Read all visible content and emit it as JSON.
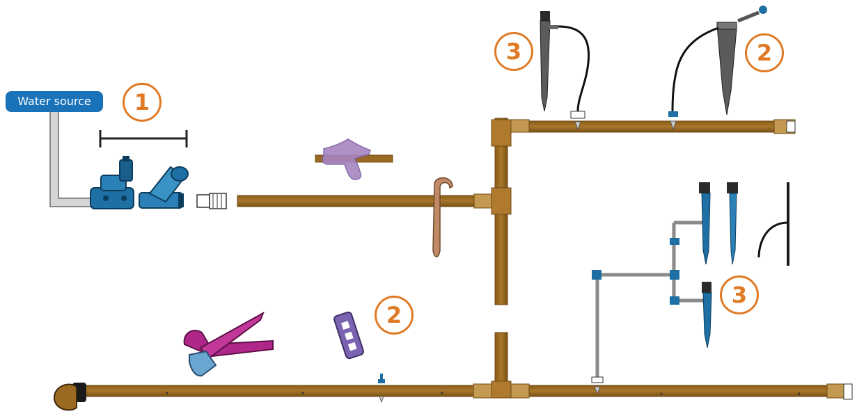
{
  "labels": {
    "water_source": "Water source"
  },
  "steps": {
    "one": "1",
    "two_top": "2",
    "two_bottom": "2",
    "three_top": "3",
    "three_right": "3"
  },
  "colors": {
    "tube": "#9b6a22",
    "tube_dark": "#6e4a14",
    "blue_part": "#1e6fa3",
    "blue_light": "#3a93c4",
    "gray_pipe": "#b9b9b9",
    "badge": "#e07a24",
    "label_bg": "#1a72b8",
    "cutter": "#b0278a",
    "clamp_purple": "#7a63b0",
    "stake_pink": "#c08a66",
    "fitting_lilac": "#a785c2"
  },
  "icons": [
    "solenoid-valve-icon",
    "filter-icon",
    "pressure-regulator-icon",
    "stake-dripper-icon",
    "anchor-stake-icon",
    "pipe-cutter-icon",
    "tube-clamp-icon",
    "end-cap-icon",
    "tee-fitting-icon"
  ]
}
